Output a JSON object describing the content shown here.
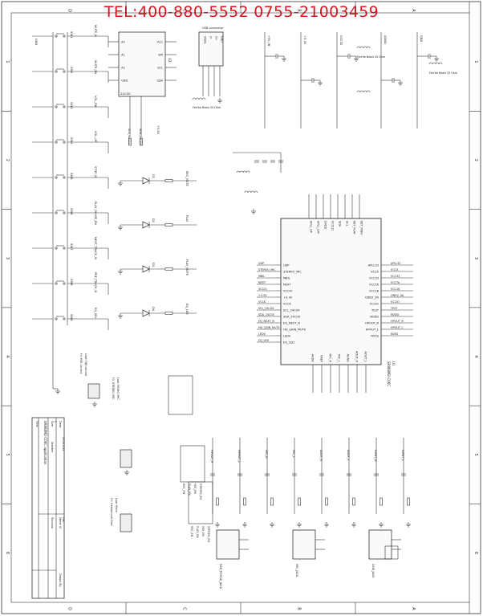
{
  "banner": {
    "contact": "TEL:400-880-5552 0755-21003459"
  },
  "sheet": {
    "zone_letters": [
      "D",
      "C",
      "B",
      "A"
    ],
    "zone_numbers": [
      "1",
      "2",
      "3",
      "4",
      "5",
      "6"
    ]
  },
  "chip": {
    "ref": "U1",
    "part": "SR868M2-C00C",
    "left_pins": [
      "UDP",
      "STEREO_MIC",
      "MBIL",
      "NEXT",
      "VCCIO",
      "+3.3V",
      "VCCK",
      "SCL_24C0X",
      "SDA_24C0X",
      "EQ_NEXT_N",
      "HD_GAIN_MUTE",
      "LED0",
      "EQ_LED"
    ],
    "right_pins": [
      "APLL33",
      "VCCX",
      "VCC33",
      "VCCTA",
      "VCC18",
      "GND2_5A",
      "VCCIO",
      "TEST",
      "NVDD",
      "HPOUT_R",
      "HPOUT_L",
      "NVSS"
    ],
    "top_pins": [
      "APLL_GP",
      "APLL_LPF",
      "DVDD",
      "VCCLO",
      "SDA",
      "SCL",
      "KEY_PLAY",
      "KEY_PREV"
    ],
    "bottom_pins": [
      "AVDD",
      "VREF",
      "MIC_R",
      "MIC_L",
      "AGND",
      "AOUT_R",
      "AOUT_L"
    ]
  },
  "switches": {
    "refs": [
      "SW1",
      "SW2",
      "SW3",
      "SW4",
      "SW5",
      "SW6",
      "SW7",
      "SW8",
      "SW9"
    ],
    "nets": [
      "MUTE_N",
      "MUTE_2N",
      "VOL_DN",
      "VOL_UP",
      "STOP_N",
      "PLAY_PAUSE_EN",
      "NEXT_TRACK_N",
      "PRE_TRACK_N",
      "EQ_SEL"
    ]
  },
  "eeprom": {
    "ref": "U2",
    "part": "24C0X",
    "pins": [
      "A0",
      "A1",
      "A2",
      "GND",
      "VCC",
      "WP",
      "SCL",
      "SDA"
    ],
    "nets": [
      "SCL_24C0X",
      "SDA_24C0X"
    ]
  },
  "usb": {
    "label": "USB connector",
    "pins": [
      "VBUS",
      "D-",
      "D+",
      "GND"
    ]
  },
  "power": {
    "rails": [
      "+5V_IN",
      "+3.3V",
      "VCC18",
      "AGND",
      "GND",
      "VDDA"
    ],
    "filters": [
      "Ferrite Bead 33 Ohm",
      "Ferrite Bead 33 Ohm",
      "Ferrite Bead 33 Ohm"
    ]
  },
  "leds": {
    "refs": [
      "D1",
      "D2",
      "D3",
      "D4"
    ],
    "nets": [
      "REC_MUTE",
      "PLAY",
      "PLAY_MUTE",
      "EQ_LED"
    ]
  },
  "audio": {
    "nets": [
      "HPOUT_R",
      "HPOUT_L",
      "MIC_R",
      "MIC_L",
      "AOUT_R",
      "AOUT_L",
      "INPUT_R",
      "INPUT_L"
    ],
    "jacks": [
      "EAR_PHONE_JACK",
      "MIC_JACK",
      "LINE_JACK"
    ]
  },
  "modes": {
    "mic_switch": [
      "Hi: STEREO MIC",
      "Low: MONO MIC"
    ],
    "hw_switch": [
      "Hi: HID control",
      "Low: HW control"
    ],
    "gain_switch": [
      "Hi: Headphone Gain",
      "Low: Mute"
    ],
    "items": [
      "REC_EN",
      "PLAY_EN",
      "HID_EN",
      "STEREO_EN"
    ]
  },
  "title_block": {
    "title_label": "Title",
    "title": "SR868M2-C00C application",
    "size_label": "Size",
    "size": "C",
    "number_label": "Number",
    "revision_label": "Revision",
    "date_label": "Date:",
    "date": "2013-3-22",
    "sheet_label": "Sheet of",
    "file_label": "File:",
    "drawn_label": "Drawn By:"
  }
}
